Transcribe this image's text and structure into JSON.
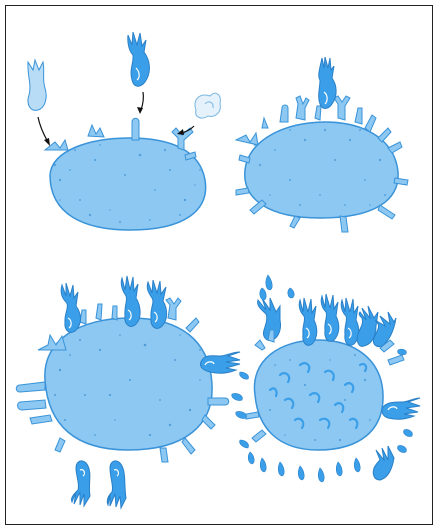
{
  "colors": {
    "cell_fill": "#8cc8f2",
    "cell_stroke": "#3a93d8",
    "speckle": "#2a80c8",
    "effector": "#3a9fe8",
    "effector_light": "#b8dcf5",
    "arrow": "#111111",
    "frame": "#222222"
  },
  "panels": [
    {
      "name": "panel-1-recognition",
      "stage": 1
    },
    {
      "name": "panel-2-activation",
      "stage": 2
    },
    {
      "name": "panel-3-attack",
      "stage": 3
    },
    {
      "name": "panel-4-lysis",
      "stage": 4
    }
  ],
  "icons": [
    "target-cell",
    "receptor-spike",
    "effector-cell",
    "arrow",
    "debris"
  ]
}
